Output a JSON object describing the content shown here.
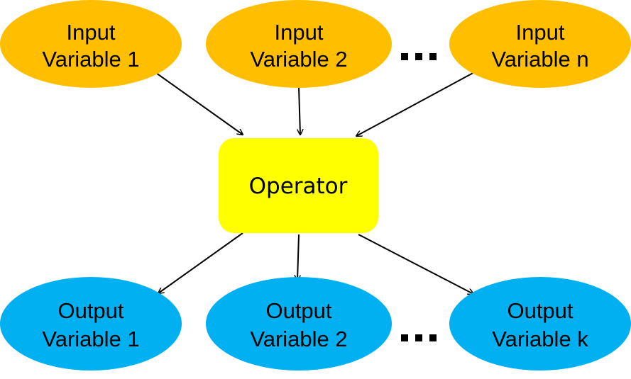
{
  "colors": {
    "input_fill": "#FFBF00",
    "output_fill": "#00B0F0",
    "operator_fill": "#FFFF00",
    "edge_color": "#000000",
    "background": "#FFFFFF"
  },
  "inputs": [
    {
      "line1": "Input",
      "line2": "Variable 1"
    },
    {
      "line1": "Input",
      "line2": "Variable 2"
    },
    {
      "line1": "Input",
      "line2": "Variable n"
    }
  ],
  "operator": {
    "label": "Operator"
  },
  "outputs": [
    {
      "line1": "Output",
      "line2": "Variable 1"
    },
    {
      "line1": "Output",
      "line2": "Variable 2"
    },
    {
      "line1": "Output",
      "line2": "Variable k"
    }
  ],
  "ellipsis_mark": "..."
}
